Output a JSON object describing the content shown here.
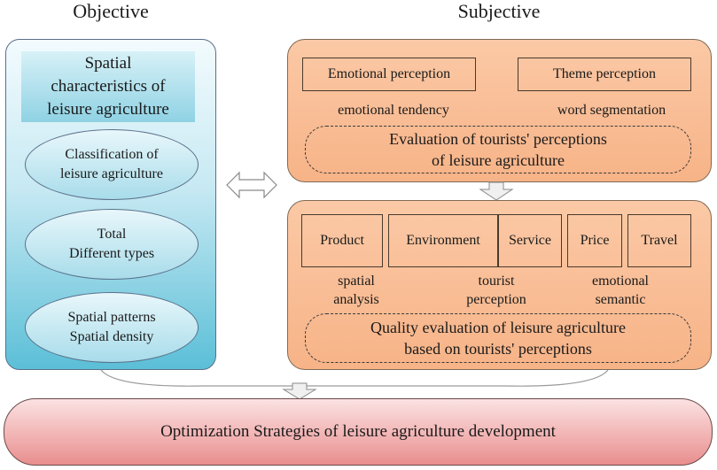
{
  "headers": {
    "objective": "Objective",
    "subjective": "Subjective"
  },
  "objective": {
    "title_lines": [
      "Spatial",
      "characteristics of",
      "leisure agriculture"
    ],
    "ellipses": [
      {
        "lines": [
          "Classification of",
          "leisure agriculture"
        ]
      },
      {
        "lines": [
          "Total",
          "Different types"
        ]
      },
      {
        "lines": [
          "Spatial patterns",
          "Spatial density"
        ]
      }
    ]
  },
  "perception": {
    "boxes": [
      "Emotional perception",
      "Theme perception"
    ],
    "methods": [
      "emotional tendency",
      "word segmentation"
    ],
    "result_lines": [
      "Evaluation of tourists' perceptions",
      "of leisure agriculture"
    ]
  },
  "quality": {
    "dimensions": [
      "Product",
      "Environment",
      "Service",
      "Price",
      "Travel"
    ],
    "methods": [
      {
        "lines": [
          "spatial",
          "analysis"
        ]
      },
      {
        "lines": [
          "tourist",
          "perception"
        ]
      },
      {
        "lines": [
          "emotional",
          "semantic"
        ]
      }
    ],
    "result_lines": [
      "Quality evaluation of leisure agriculture",
      "based on tourists' perceptions"
    ]
  },
  "bottom": {
    "label": "Optimization Strategies of leisure agriculture development"
  },
  "colors": {
    "objective_fill": "#5bbfd7",
    "subjective_fill": "#f7b387",
    "bottom_fill": "#f2b4b4"
  }
}
